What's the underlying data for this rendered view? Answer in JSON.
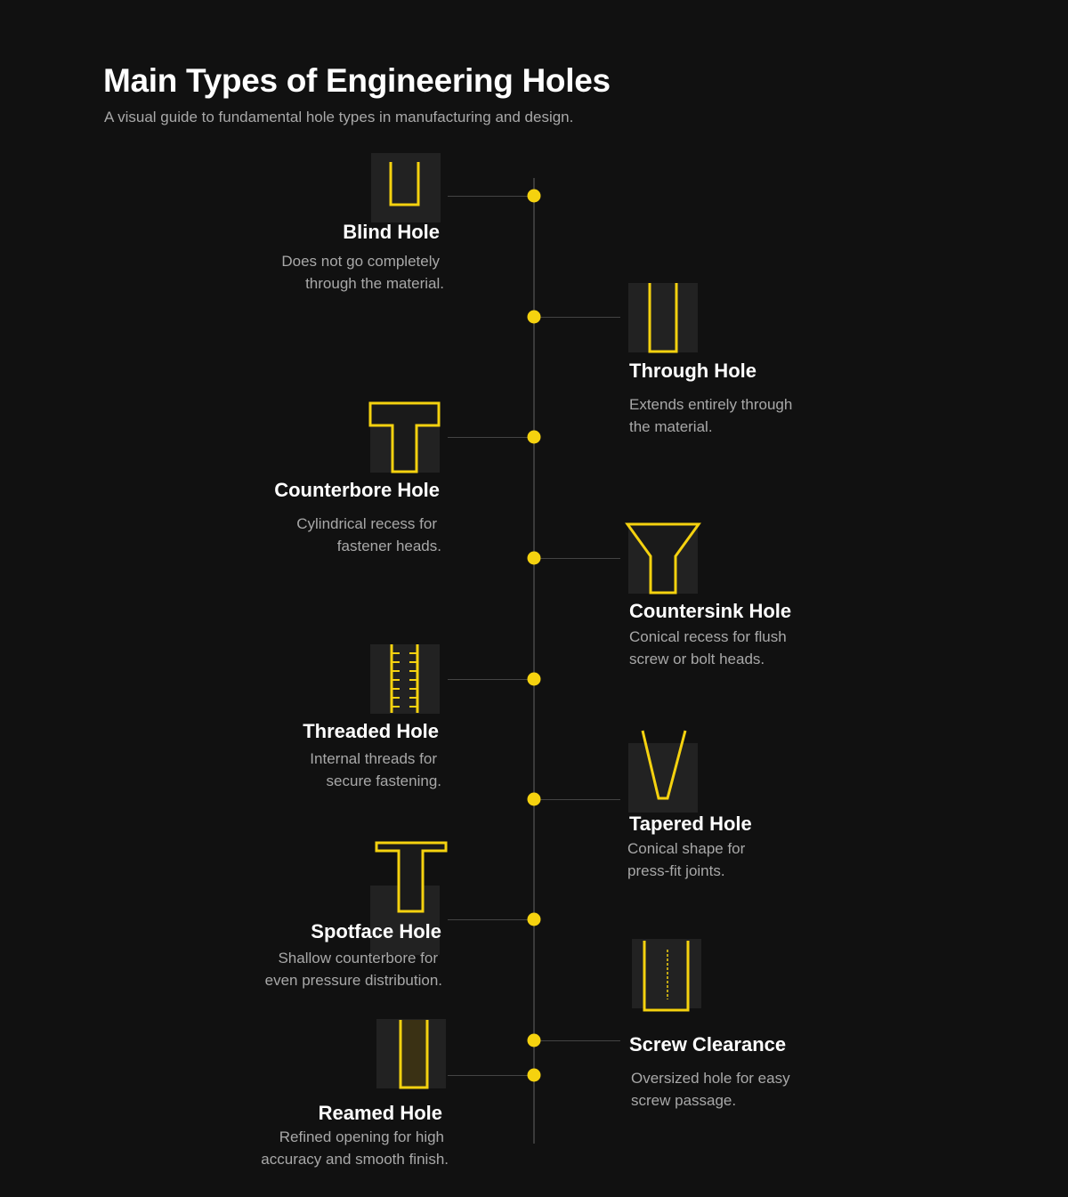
{
  "header": {
    "title": "Main Types of Engineering Holes",
    "subtitle": "A visual guide to fundamental hole types in manufacturing and design."
  },
  "colors": {
    "background": "#111111",
    "accent": "#f5d20f",
    "icon_bg": "#222222",
    "timeline": "#3a3a3a",
    "title_text": "#ffffff",
    "desc_text": "#a8a8a8"
  },
  "items": [
    {
      "title": "Blind Hole",
      "side": "left",
      "icon": "blind-hole-icon",
      "desc": [
        "Does not go completely",
        "through the material."
      ]
    },
    {
      "title": "Through Hole",
      "side": "right",
      "icon": "through-hole-icon",
      "desc": [
        "Extends entirely through",
        "the material."
      ]
    },
    {
      "title": "Counterbore Hole",
      "side": "left",
      "icon": "counterbore-hole-icon",
      "desc": [
        "Cylindrical recess for",
        "fastener heads."
      ]
    },
    {
      "title": "Countersink Hole",
      "side": "right",
      "icon": "countersink-hole-icon",
      "desc": [
        "Conical recess for flush",
        "screw or bolt heads."
      ]
    },
    {
      "title": "Threaded Hole",
      "side": "left",
      "icon": "threaded-hole-icon",
      "desc": [
        "Internal threads for",
        "secure fastening."
      ]
    },
    {
      "title": "Tapered Hole",
      "side": "right",
      "icon": "tapered-hole-icon",
      "desc": [
        "Conical shape for",
        "press-fit joints."
      ]
    },
    {
      "title": "Spotface Hole",
      "side": "left",
      "icon": "spotface-hole-icon",
      "desc": [
        "Shallow counterbore for",
        "even pressure distribution."
      ]
    },
    {
      "title": "Screw Clearance",
      "side": "right",
      "icon": "screw-clearance-icon",
      "desc": [
        "Oversized hole for easy",
        "screw passage."
      ]
    },
    {
      "title": "Reamed Hole",
      "side": "left",
      "icon": "reamed-hole-icon",
      "desc": [
        "Refined opening for high",
        "accuracy and smooth finish."
      ]
    }
  ]
}
